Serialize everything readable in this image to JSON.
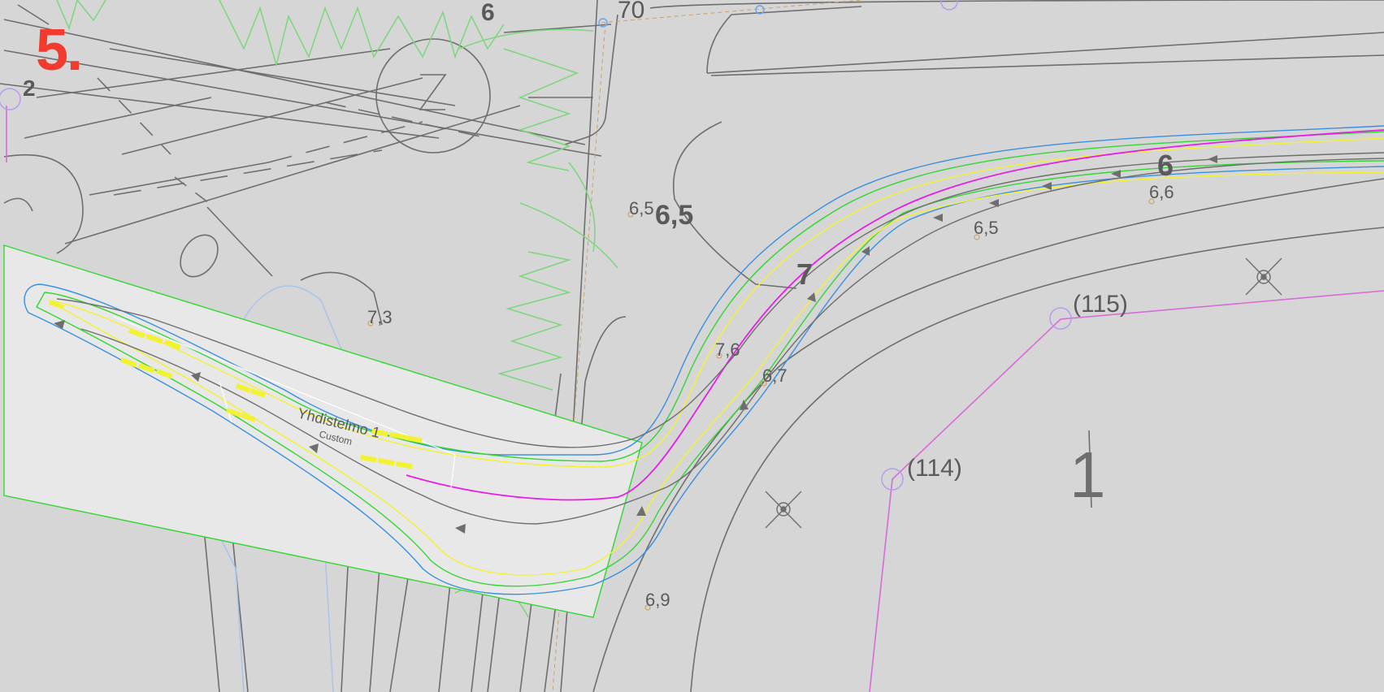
{
  "step_label": "5.",
  "colors": {
    "background": "#d6d6d6",
    "road_fill": "#e8e8e8",
    "step_label": "#f23a2e",
    "outer_blue": "#3a8fe0",
    "green": "#33d633",
    "yellow": "#f2f230",
    "magenta": "#e61ee6",
    "dark_gray": "#6e6e6e",
    "plant_green": "#7cd67c",
    "parcel_magenta": "#d76bd7",
    "light_blue": "#a8c4ea"
  },
  "labels": {
    "top_six": "6",
    "top_seventy": "70",
    "point_two": "2",
    "elev_7_3": "7,3",
    "elev_6_5a": "6,5",
    "elev_6_5b": "6,5",
    "elev_7_6": "7,6",
    "elev_6_7": "6,7",
    "elev_6_5c": "6,5",
    "elev_6_6": "6,6",
    "elev_6_9": "6,9",
    "contour_7": "7",
    "contour_6": "6",
    "parcel_115": "(115)",
    "parcel_114": "(114)",
    "parcel_1": "1",
    "road_name": "Yhdistelmo 1",
    "road_sub": "Custom"
  }
}
